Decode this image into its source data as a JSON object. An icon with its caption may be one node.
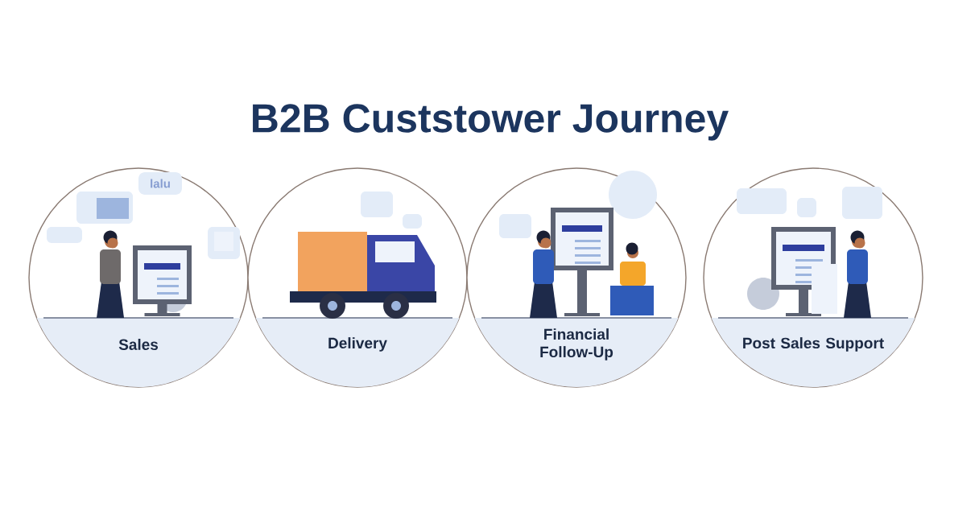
{
  "diagram": {
    "title": "B2B Custstower Journey",
    "nodes": [
      {
        "text": [
          "Sales"
        ]
      },
      {
        "text": [
          "Delivery"
        ]
      },
      {
        "text": [
          "Financial Follow-Up"
        ]
      },
      {
        "text": [
          "Post Sales Support"
        ]
      }
    ],
    "labels": [
      "lalu"
    ]
  }
}
